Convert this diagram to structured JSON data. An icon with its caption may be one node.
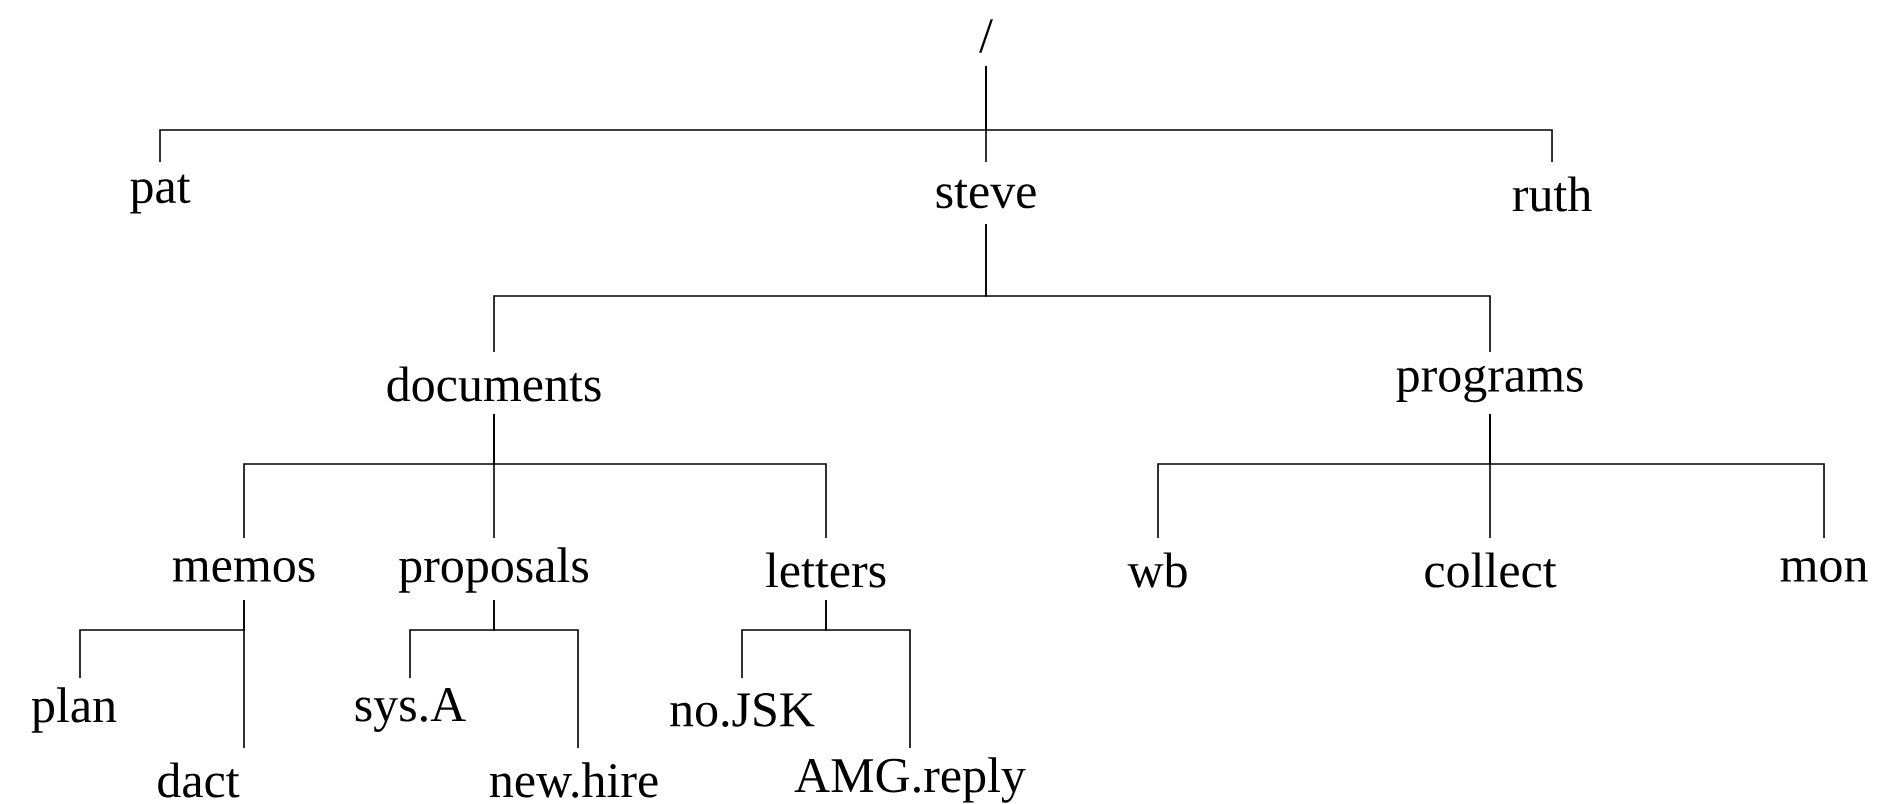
{
  "diagram": {
    "nodes": [
      {
        "text": [
          "/"
        ]
      },
      {
        "text": [
          "pat"
        ]
      },
      {
        "text": [
          "steve"
        ]
      },
      {
        "text": [
          "ruth"
        ]
      },
      {
        "text": [
          "documents"
        ]
      },
      {
        "text": [
          "programs"
        ]
      },
      {
        "text": [
          "memos"
        ]
      },
      {
        "text": [
          "proposals"
        ]
      },
      {
        "text": [
          "letters"
        ]
      },
      {
        "text": [
          "wb"
        ]
      },
      {
        "text": [
          "collect"
        ]
      },
      {
        "text": [
          "mon"
        ]
      },
      {
        "text": [
          "plan"
        ]
      },
      {
        "text": [
          "dact"
        ]
      },
      {
        "text": [
          "sys.A"
        ]
      },
      {
        "text": [
          "new.hire"
        ]
      },
      {
        "text": [
          "no.JSK"
        ]
      },
      {
        "text": [
          "AMG.reply"
        ]
      }
    ],
    "edges": [
      {
        "from": 0,
        "to": 1,
        "arrow": "none"
      },
      {
        "from": 0,
        "to": 2,
        "arrow": "none"
      },
      {
        "from": 0,
        "to": 3,
        "arrow": "none"
      },
      {
        "from": 2,
        "to": 4,
        "arrow": "none"
      },
      {
        "from": 2,
        "to": 5,
        "arrow": "none"
      },
      {
        "from": 4,
        "to": 6,
        "arrow": "none"
      },
      {
        "from": 4,
        "to": 7,
        "arrow": "none"
      },
      {
        "from": 4,
        "to": 8,
        "arrow": "none"
      },
      {
        "from": 5,
        "to": 9,
        "arrow": "none"
      },
      {
        "from": 5,
        "to": 10,
        "arrow": "none"
      },
      {
        "from": 5,
        "to": 11,
        "arrow": "none"
      },
      {
        "from": 6,
        "to": 12,
        "arrow": "none"
      },
      {
        "from": 6,
        "to": 13,
        "arrow": "none"
      },
      {
        "from": 7,
        "to": 14,
        "arrow": "none"
      },
      {
        "from": 7,
        "to": 15,
        "arrow": "none"
      },
      {
        "from": 8,
        "to": 16,
        "arrow": "none"
      },
      {
        "from": 8,
        "to": 17,
        "arrow": "none"
      }
    ]
  }
}
